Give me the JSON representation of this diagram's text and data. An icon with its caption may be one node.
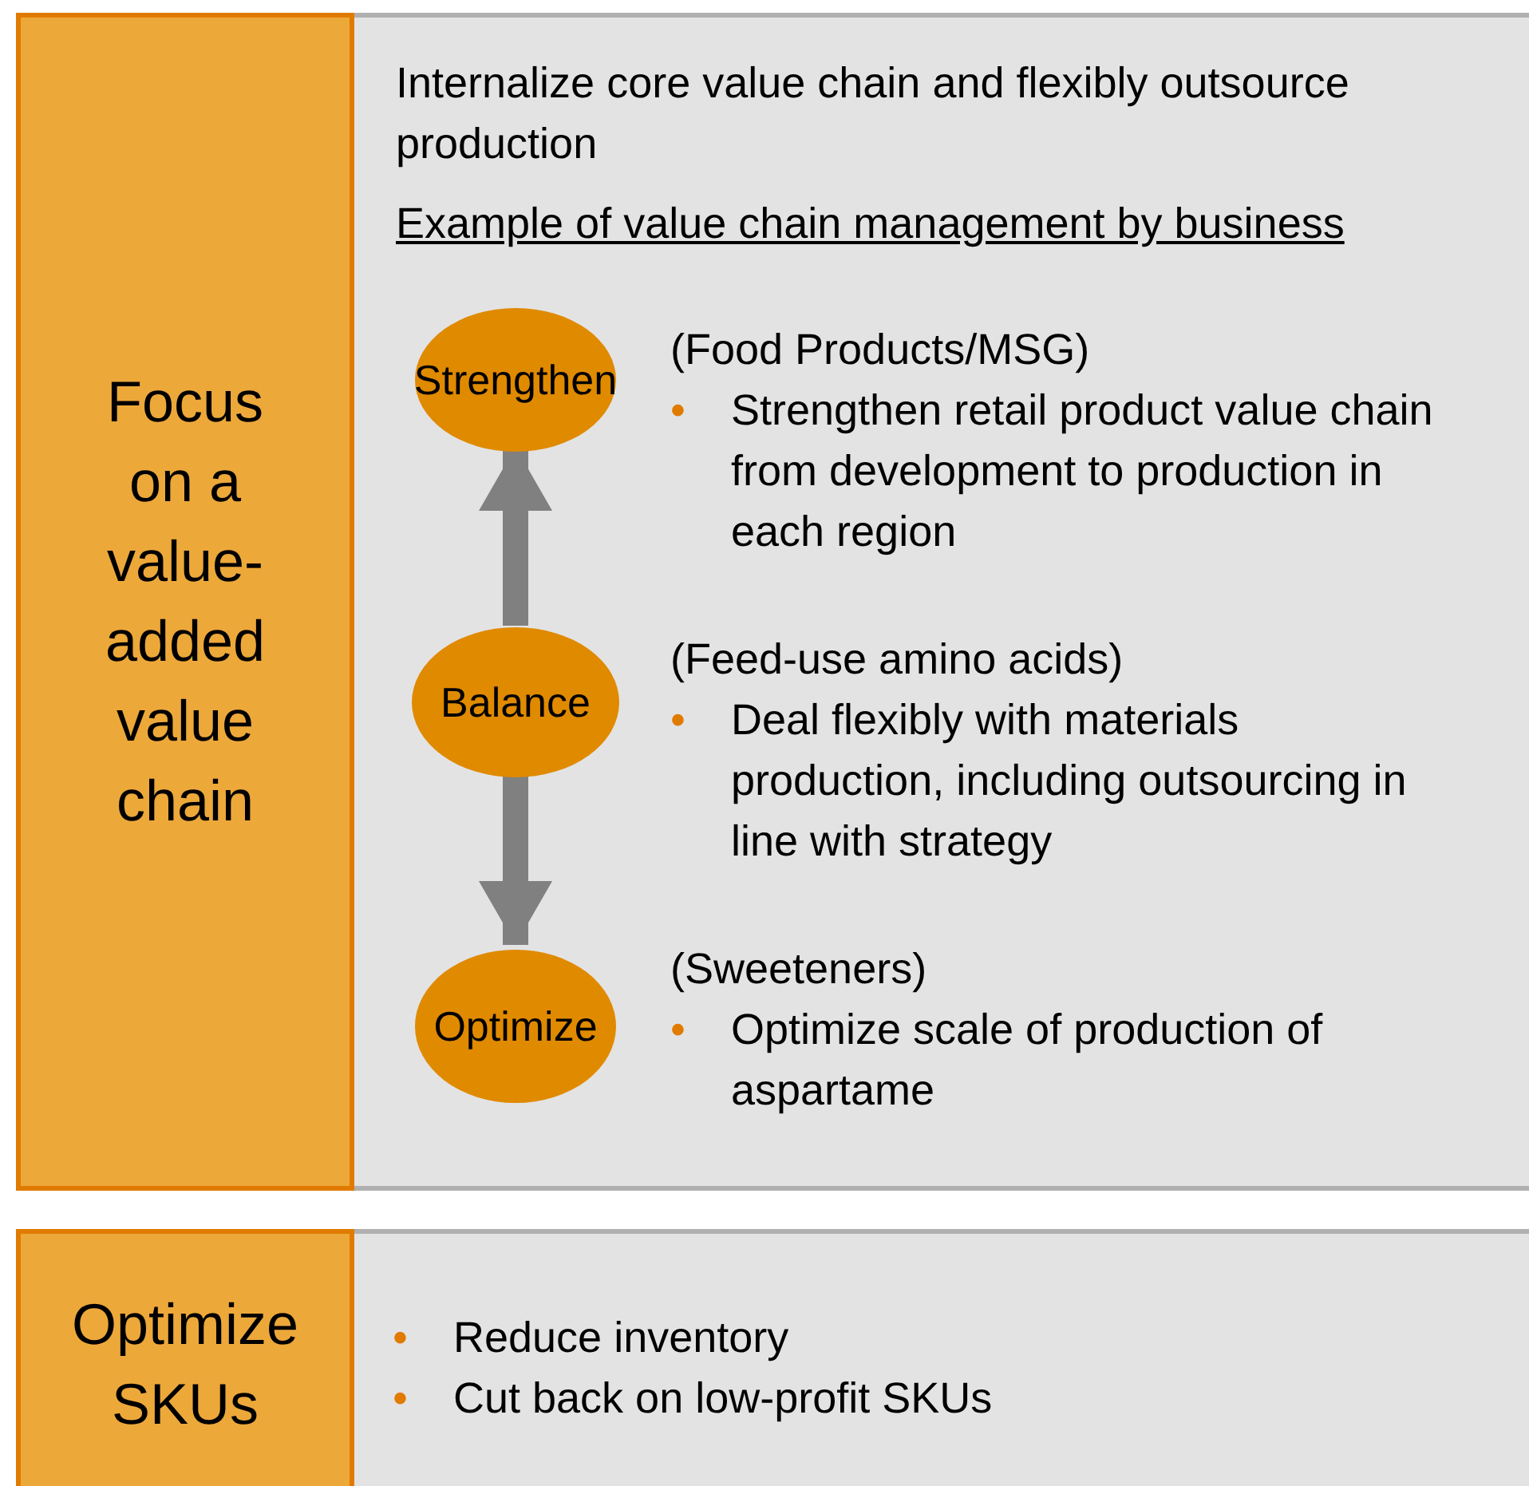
{
  "diagram": {
    "nodes": [
      {
        "text": [
          "Focus on a value-added value chain"
        ]
      },
      {
        "text": [
          "Internalize core value chain and flexibly outsource production",
          "Example of value chain management by business"
        ]
      },
      {
        "text": [
          "Strengthen"
        ],
        "in": 1,
        "beside": [
          "(Food Products/MSG)",
          "• Strengthen retail product value chain from development to production in each region"
        ]
      },
      {
        "text": [
          "Balance"
        ],
        "in": 1,
        "beside": [
          "(Feed-use amino acids)",
          "• Deal flexibly with materials production, including outsourcing in line with strategy"
        ]
      },
      {
        "text": [
          "Optimize"
        ],
        "in": 1,
        "beside": [
          "(Sweeteners)",
          "• Optimize scale of production of aspartame"
        ]
      },
      {
        "text": [
          "Optimize SKUs"
        ]
      },
      {
        "text": [
          "• Reduce inventory",
          "• Cut back on low-profit SKUs"
        ]
      }
    ],
    "edges": [
      {
        "from": 3,
        "to": 2,
        "arrow": "to"
      },
      {
        "from": 3,
        "to": 4,
        "arrow": "to"
      }
    ]
  }
}
